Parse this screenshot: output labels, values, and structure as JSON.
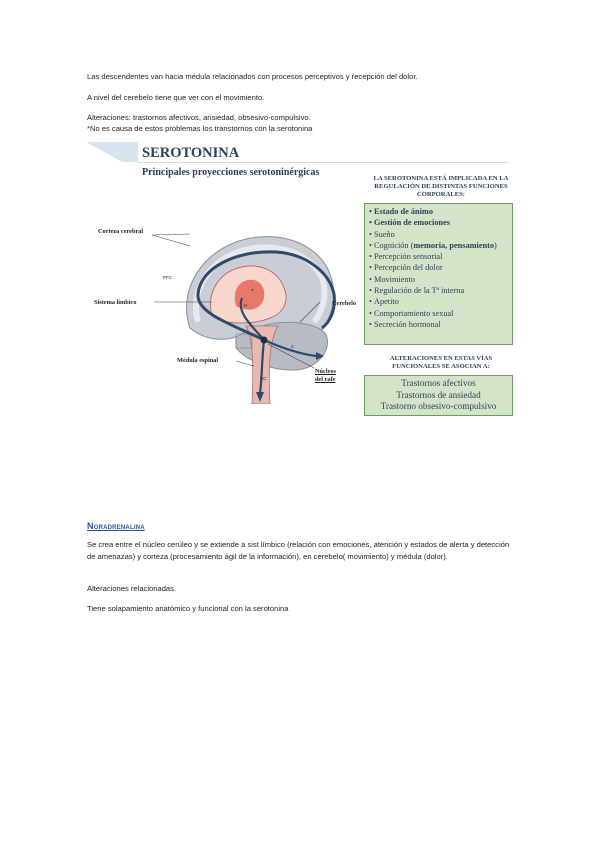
{
  "paragraphs_top": [
    "Las descendentes van hacia médula relacionados con procesos perceptivos y recepción del dolor.",
    "A nivel del cerebelo tiene que ver con el movimiento.",
    "Alteraciones: trastornos afectivos, ansiedad, obsesivo-compulsivo.",
    "*No es causa de estos problemas los transtornos con la serotonina"
  ],
  "figure": {
    "title": "SEROTONINA",
    "subtitle": "Principales proyecciones serotoninérgicas",
    "functions_heading": "LA SEROTONINA ESTÁ IMPLICADA EN LA REGULACIÓN DE DISTINTAS FUNCIONES CORPORALES:",
    "functions": [
      {
        "text": "Estado de ánimo",
        "bold": true
      },
      {
        "text": "Gestión de emociones",
        "bold": true
      },
      {
        "text": "Sueño"
      },
      {
        "text": "Cognición (",
        "bold_part": "memoria, pensamiento",
        "after": ")"
      },
      {
        "text": "Percepción sensorial"
      },
      {
        "text": "Percepción del dolor"
      },
      {
        "text": "Movimiento"
      },
      {
        "text": "Regulación de la Tª interna"
      },
      {
        "text": "Apetito"
      },
      {
        "text": "Comportamiento sexual"
      },
      {
        "text": "Secreción hormonal"
      }
    ],
    "alterations_heading": "ALTERACIONES EN ESTAS VÍAS FUNCIONALES SE ASOCIAN A:",
    "alterations": [
      "Trastornos afectivos",
      "Trastornos de ansiedad",
      "Trastorno obsesivo-compulsivo"
    ],
    "labels": {
      "cortex": "Corteza cerebral",
      "limbic": "Sistema límbico",
      "cerebellum": "Cerebelo",
      "spinal": "Médula espinal",
      "raphe_line1": "Núcleos",
      "raphe_line2": "del rafe",
      "pfc": "PFC",
      "c": "C",
      "sc": "SC",
      "small_marks": [
        "T",
        "H"
      ]
    },
    "colors": {
      "box_fill": "#d5e3c8",
      "box_border": "#6a9a63",
      "pathway": "#2e4a6b",
      "cortex": "#c8cdd6",
      "limbic": "#f4b8a8"
    }
  },
  "noradrenalina": {
    "heading": "Noradrenalina",
    "body": "Se crea entre el núcleo cerúleo y se extiende a sist límbico (relación con emociones, atención y estados de alerta y detección de amenazas) y corteza (procesamiento ágil de la información), en cerebelo( movimiento) y médula (dolor).",
    "p2": "Alteraciones relacionadas.",
    "p3": "Tiene solapamiento anatómico y funcional con la serotonina"
  }
}
